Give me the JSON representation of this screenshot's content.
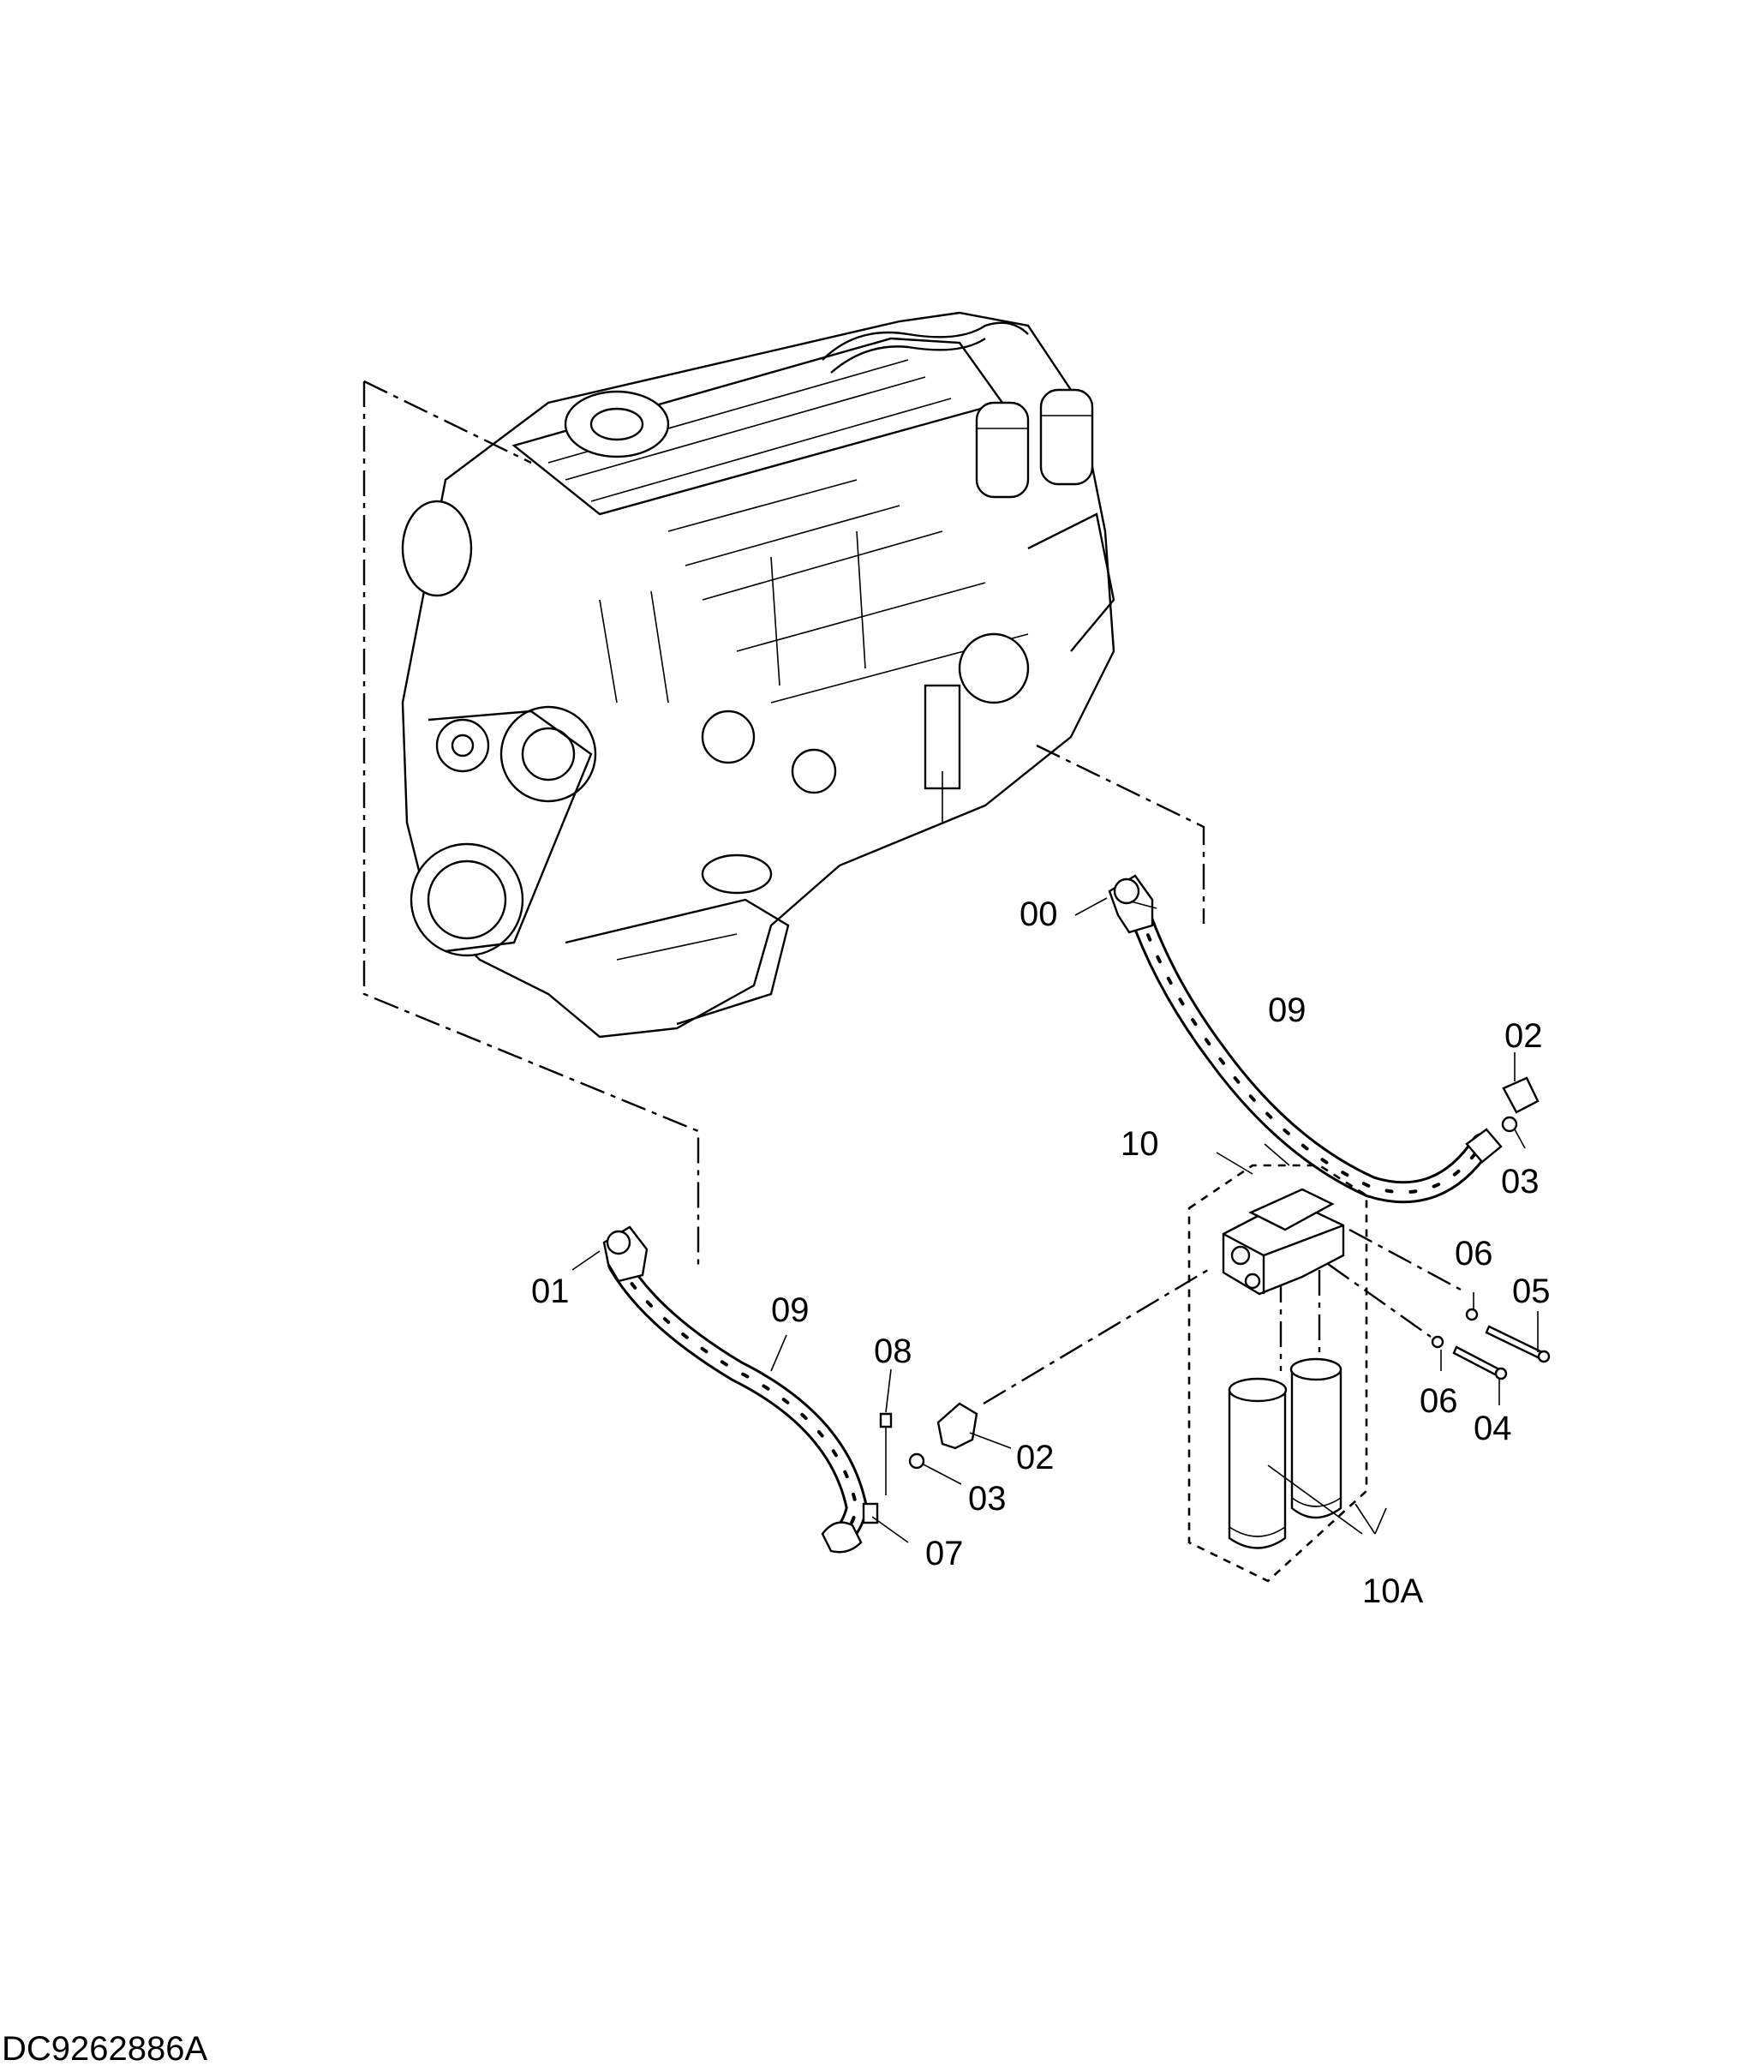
{
  "callouts": [
    {
      "id": "00",
      "text": "00"
    },
    {
      "id": "01",
      "text": "01"
    },
    {
      "id": "02a",
      "text": "02"
    },
    {
      "id": "02b",
      "text": "02"
    },
    {
      "id": "03a",
      "text": "03"
    },
    {
      "id": "03b",
      "text": "03"
    },
    {
      "id": "04",
      "text": "04"
    },
    {
      "id": "05",
      "text": "05"
    },
    {
      "id": "06a",
      "text": "06"
    },
    {
      "id": "06b",
      "text": "06"
    },
    {
      "id": "07",
      "text": "07"
    },
    {
      "id": "08",
      "text": "08"
    },
    {
      "id": "09a",
      "text": "09"
    },
    {
      "id": "09b",
      "text": "09"
    },
    {
      "id": "10",
      "text": "10"
    },
    {
      "id": "10A",
      "text": "10A"
    }
  ],
  "document_id": "DC9262886A"
}
